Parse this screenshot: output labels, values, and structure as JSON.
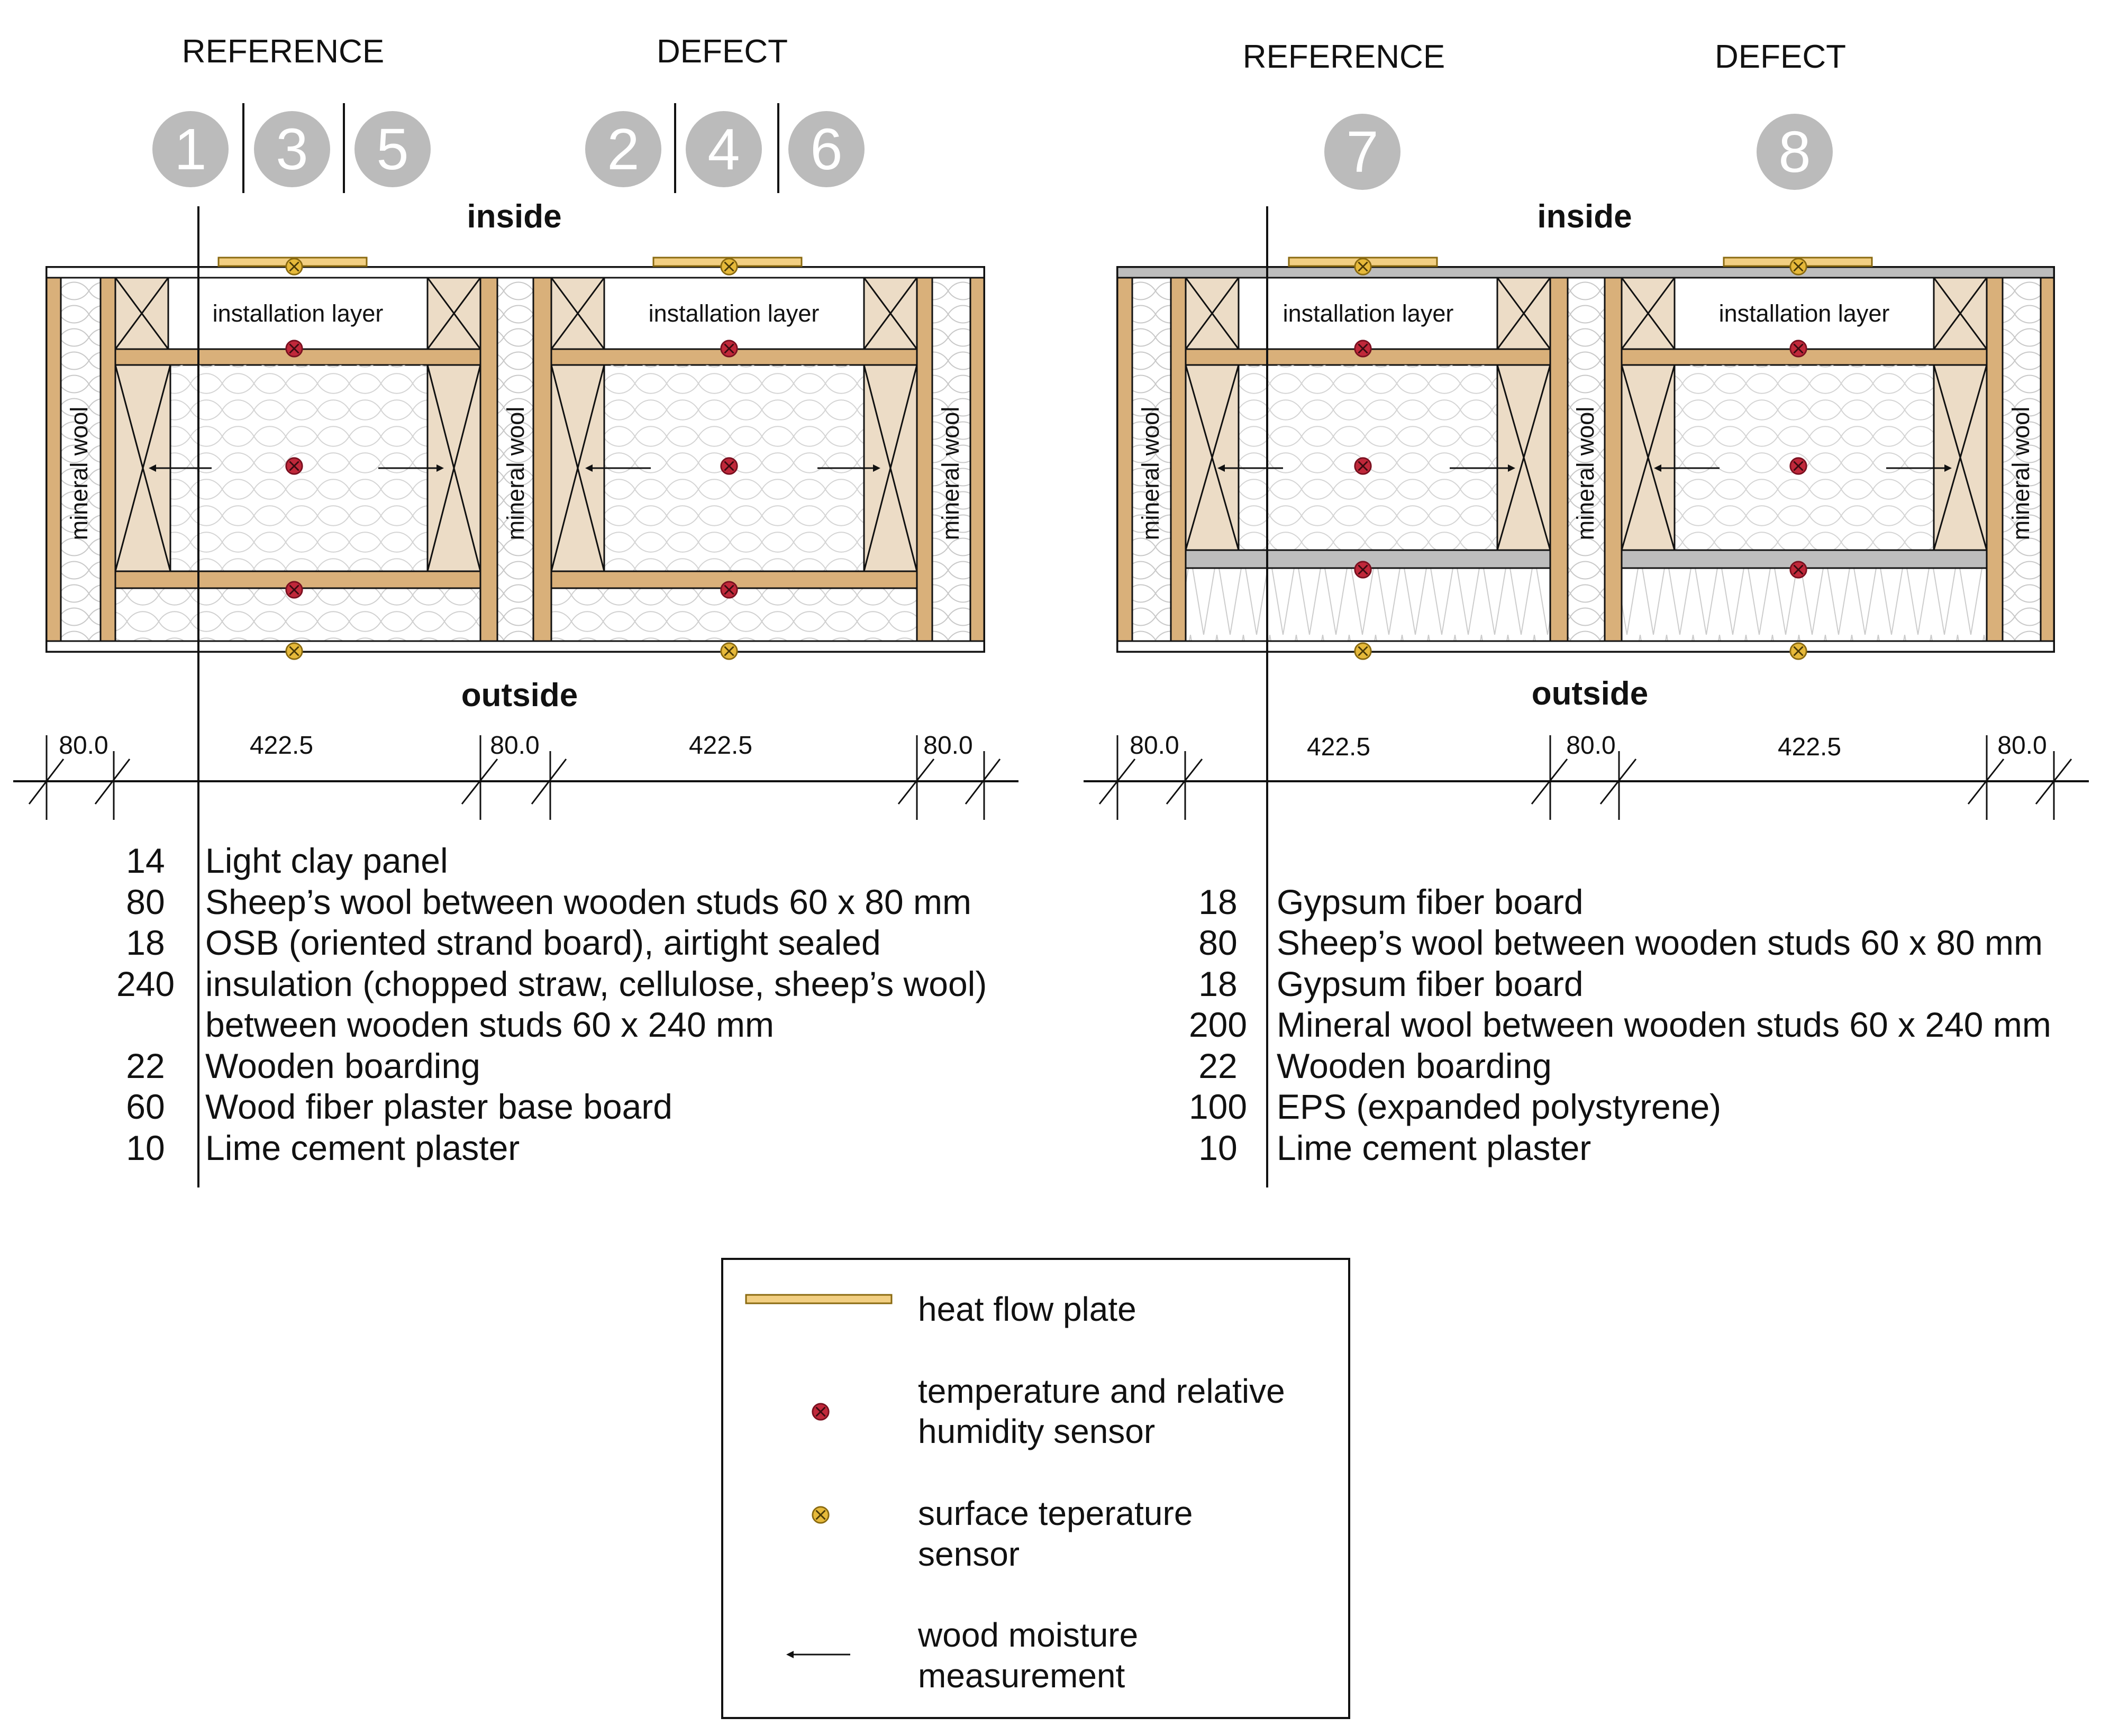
{
  "left": {
    "group_reference": "REFERENCE",
    "group_defect": "DEFECT",
    "ref_numbers": [
      "1",
      "3",
      "5"
    ],
    "defect_numbers": [
      "2",
      "4",
      "6"
    ],
    "inside": "inside",
    "outside": "outside",
    "installation_layer": "installation layer",
    "mineral_wool": "mineral wool",
    "dims": [
      "80.0",
      "422.5",
      "80.0",
      "422.5",
      "80.0"
    ],
    "layers": [
      {
        "thickness": "14",
        "desc": "Light clay panel"
      },
      {
        "thickness": "80",
        "desc": "Sheep’s wool between wooden studs 60 x 80 mm"
      },
      {
        "thickness": "18",
        "desc": "OSB (oriented strand board), airtight sealed"
      },
      {
        "thickness": "240",
        "desc": "insulation (chopped straw, cellulose, sheep’s wool)"
      },
      {
        "thickness": "",
        "desc": "between wooden studs 60 x 240 mm"
      },
      {
        "thickness": "22",
        "desc": "Wooden boarding"
      },
      {
        "thickness": "60",
        "desc": "Wood fiber plaster base board"
      },
      {
        "thickness": "10",
        "desc": "Lime cement plaster"
      }
    ]
  },
  "right": {
    "group_reference": "REFERENCE",
    "group_defect": "DEFECT",
    "ref_numbers": [
      "7"
    ],
    "defect_numbers": [
      "8"
    ],
    "inside": "inside",
    "outside": "outside",
    "installation_layer": "installation layer",
    "mineral_wool": "mineral wool",
    "dims": [
      "80.0",
      "422.5",
      "80.0",
      "422.5",
      "80.0"
    ],
    "layers": [
      {
        "thickness": "18",
        "desc": "Gypsum fiber board"
      },
      {
        "thickness": "80",
        "desc": "Sheep’s wool between wooden studs 60 x 80 mm"
      },
      {
        "thickness": "18",
        "desc": "Gypsum fiber board"
      },
      {
        "thickness": "200",
        "desc": "Mineral wool between wooden studs 60 x 240 mm"
      },
      {
        "thickness": "22",
        "desc": "Wooden boarding"
      },
      {
        "thickness": "100",
        "desc": "EPS (expanded polystyrene)"
      },
      {
        "thickness": "10",
        "desc": "Lime cement plaster"
      }
    ]
  },
  "legend": {
    "heat_flow_plate": "heat flow plate",
    "temp_rh_line1": "temperature and relative",
    "temp_rh_line2": "humidity sensor",
    "surface_line1": "surface teperature",
    "surface_line2": "sensor",
    "wood_line1": "wood moisture",
    "wood_line2": "measurement"
  },
  "colors": {
    "wood": "#d9b07a",
    "wood_light": "#ecdcc6",
    "heat_plate": "#f2cf82",
    "circle": "#bbbbbb",
    "gray_board": "#bdbdbd",
    "sensor_red": "#c0283a",
    "sensor_yellow": "#e6b93a"
  }
}
